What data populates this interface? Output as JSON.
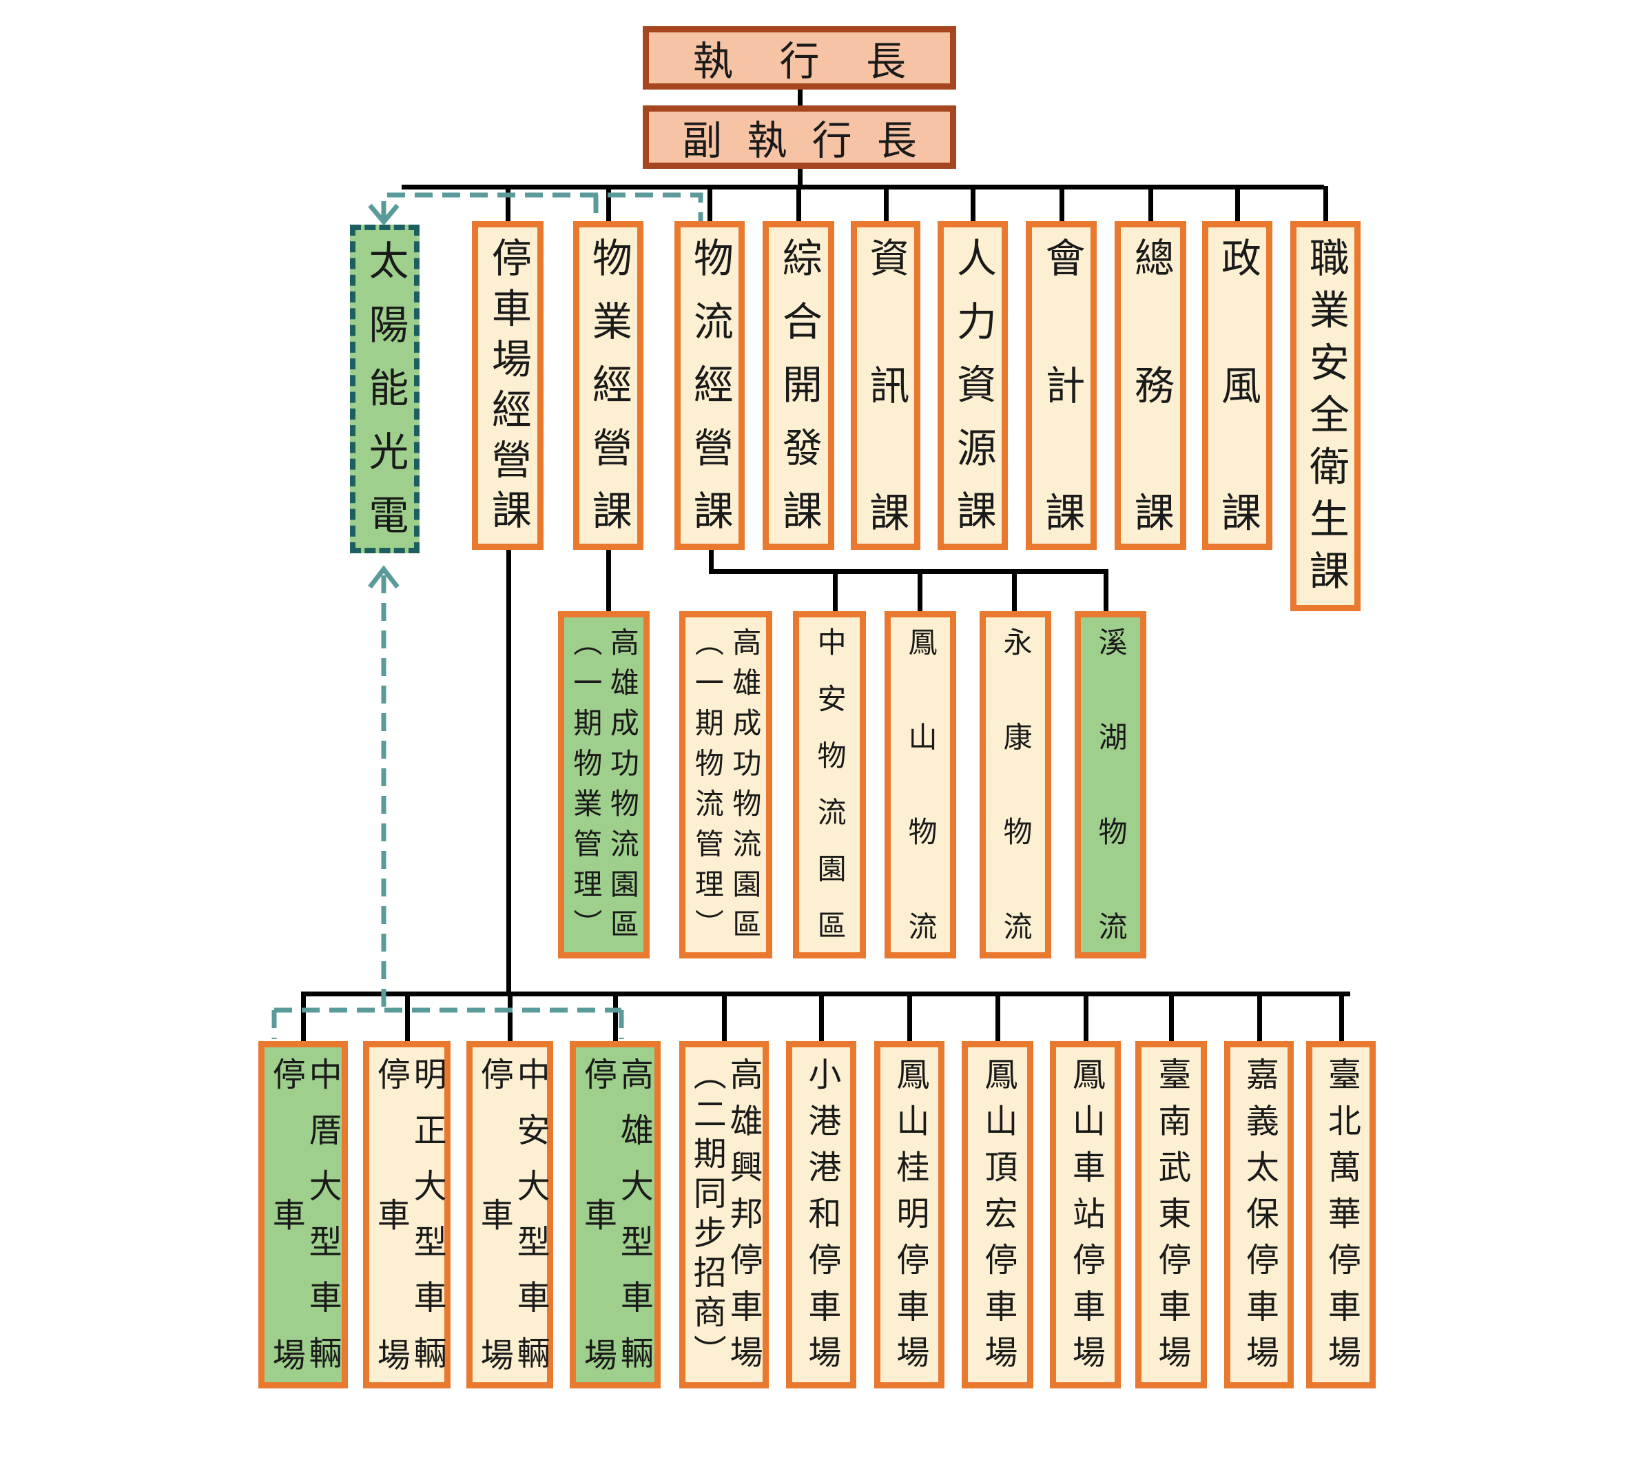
{
  "ceo": {
    "label": [
      "執",
      "行",
      "長"
    ]
  },
  "deputy": {
    "label": [
      "副",
      "執",
      "行",
      "長"
    ]
  },
  "level1": [
    {
      "id": "solar",
      "columns": [
        "太陽能光電"
      ],
      "highlight": true
    },
    {
      "id": "parking-mgmt",
      "columns": [
        "停車場經營課"
      ]
    },
    {
      "id": "property-mgmt",
      "columns": [
        "物業經營課"
      ]
    },
    {
      "id": "logistics-mgmt",
      "columns": [
        "物流經營課"
      ]
    },
    {
      "id": "integrated-dev",
      "columns": [
        "綜合開發課"
      ]
    },
    {
      "id": "info",
      "columns": [
        "資訊課"
      ]
    },
    {
      "id": "hr",
      "columns": [
        "人力資源課"
      ]
    },
    {
      "id": "accounting",
      "columns": [
        "會計課"
      ]
    },
    {
      "id": "general-affairs",
      "columns": [
        "總務課"
      ]
    },
    {
      "id": "ethics",
      "columns": [
        "政風課"
      ]
    },
    {
      "id": "safety-health",
      "columns": [
        "職業安全衛生課"
      ]
    }
  ],
  "level2": [
    {
      "id": "kaohsiung-chenggong-property",
      "columns": [
        "高雄成功物流園區",
        "（一期物業管理）"
      ],
      "highlight": true
    },
    {
      "id": "kaohsiung-chenggong-logistics",
      "columns": [
        "高雄成功物流園區",
        "（一期物流管理）"
      ]
    },
    {
      "id": "zhongan-logistics-park",
      "columns": [
        "中安物流園區"
      ]
    },
    {
      "id": "fengshan-logistics",
      "columns": [
        "鳳山物流"
      ]
    },
    {
      "id": "yongkang-logistics",
      "columns": [
        "永康物流"
      ]
    },
    {
      "id": "xihu-logistics",
      "columns": [
        "溪湖物流"
      ],
      "highlight": true
    }
  ],
  "level3": [
    {
      "id": "zhongcuo",
      "columns": [
        "中厝大型車輛",
        "停車場"
      ],
      "highlight": true
    },
    {
      "id": "mingzheng",
      "columns": [
        "明正大型車輛",
        "停車場"
      ]
    },
    {
      "id": "zhongan",
      "columns": [
        "中安大型車輛",
        "停車場"
      ]
    },
    {
      "id": "kaohsiung-large",
      "columns": [
        "高雄大型車輛",
        "停車場"
      ],
      "highlight": true
    },
    {
      "id": "xingbang",
      "columns": [
        "高雄興邦停車場",
        "（二期同步招商）"
      ]
    },
    {
      "id": "xiaogang",
      "columns": [
        "小港港和停車場"
      ]
    },
    {
      "id": "fengshan-guiming",
      "columns": [
        "鳳山桂明停車場"
      ]
    },
    {
      "id": "fengshan-dinghong",
      "columns": [
        "鳳山頂宏停車場"
      ]
    },
    {
      "id": "fengshan-station",
      "columns": [
        "鳳山車站停車場"
      ]
    },
    {
      "id": "tainan-wudong",
      "columns": [
        "臺南武東停車場"
      ]
    },
    {
      "id": "chiayi-taibao",
      "columns": [
        "嘉義太保停車場"
      ]
    },
    {
      "id": "taipei-wanhua",
      "columns": [
        "臺北萬華停車場"
      ]
    }
  ],
  "colors": {
    "border": "#e9792f",
    "fill": "#fdf0d2",
    "highlight": "#9fcf8c",
    "exec_fill": "#f6c3a4",
    "exec_border": "#a5461e",
    "dashed": "#5b9a9a"
  }
}
